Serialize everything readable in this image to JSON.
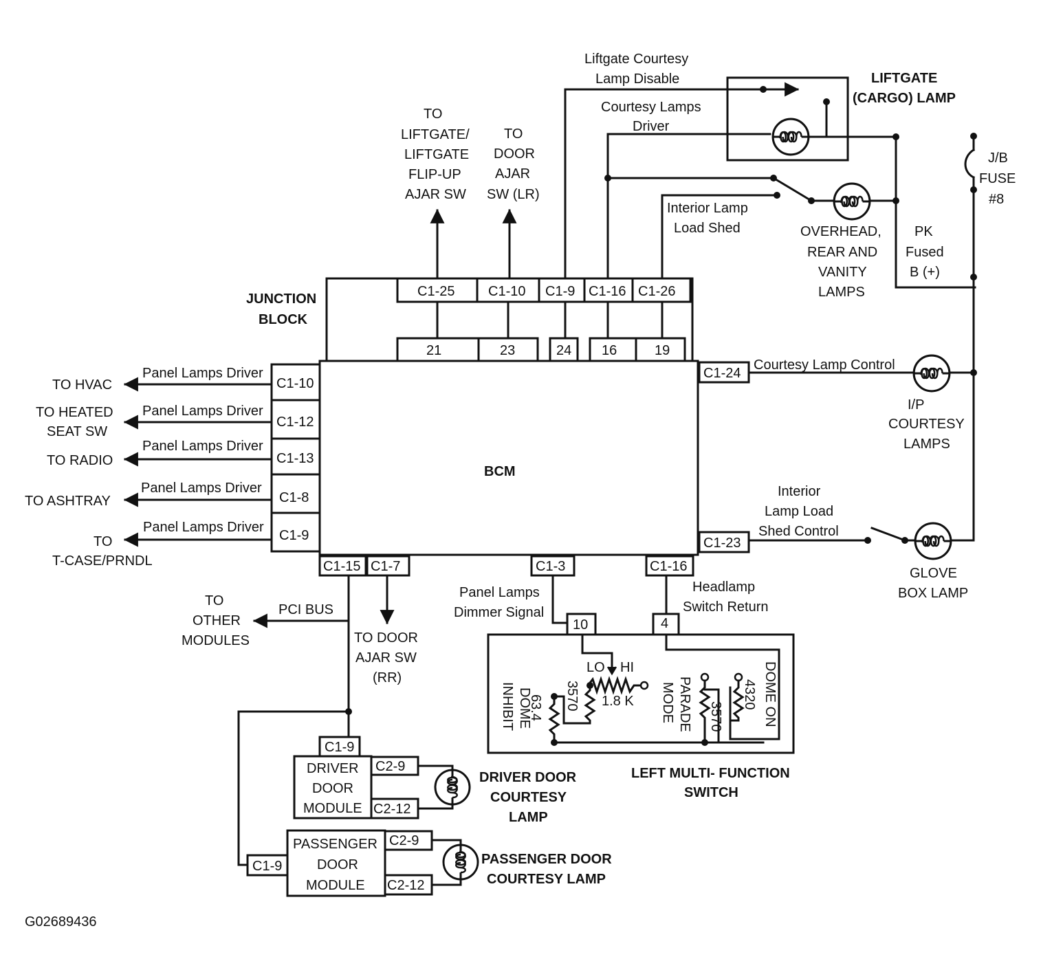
{
  "diagram_id": "G02689436",
  "junction_block": {
    "title_line1": "JUNCTION",
    "title_line2": "BLOCK",
    "connectors": [
      "C1-25",
      "C1-10",
      "C1-9",
      "C1-16",
      "C1-26"
    ],
    "pins": [
      "21",
      "23",
      "24",
      "16",
      "19"
    ]
  },
  "bcm": {
    "label": "BCM",
    "left_pins": [
      "C1-10",
      "C1-12",
      "C1-13",
      "C1-8",
      "C1-9"
    ],
    "right_pins": [
      "C1-24",
      "C1-23"
    ],
    "bottom_pins": [
      "C1-15",
      "C1-7",
      "C1-3",
      "C1-16"
    ]
  },
  "left_outputs": [
    {
      "signal": "Panel Lamps Driver",
      "dest_lines": [
        "TO HVAC"
      ]
    },
    {
      "signal": "Panel Lamps Driver",
      "dest_lines": [
        "TO  HEATED",
        "SEAT SW"
      ]
    },
    {
      "signal": "Panel Lamps Driver",
      "dest_lines": [
        "TO RADIO"
      ]
    },
    {
      "signal": "Panel Lamps Driver",
      "dest_lines": [
        "TO ASHTRAY"
      ]
    },
    {
      "signal": "Panel Lamps Driver",
      "dest_lines": [
        "TO",
        "T-CASE/PRNDL"
      ]
    }
  ],
  "top_outputs": {
    "liftgate_ajar": [
      "TO",
      "LIFTGATE/",
      "LIFTGATE",
      "FLIP-UP",
      "AJAR SW"
    ],
    "door_ajar_lr": [
      "TO",
      "DOOR",
      "AJAR",
      "SW (LR)"
    ]
  },
  "top_labels": {
    "liftgate_disable": [
      "Liftgate Courtesy",
      "Lamp Disable"
    ],
    "courtesy_driver": [
      "Courtesy Lamps",
      "Driver"
    ],
    "interior_load_shed": [
      "Interior Lamp",
      "Load Shed"
    ]
  },
  "lamps": {
    "liftgate": [
      "LIFTGATE",
      "(CARGO) LAMP"
    ],
    "overhead": [
      "OVERHEAD,",
      "REAR AND",
      "VANITY",
      "LAMPS"
    ],
    "fuse": [
      "J/B",
      "FUSE",
      "#8"
    ],
    "pk_fused": [
      "PK",
      "Fused",
      "B (+)"
    ],
    "ip_courtesy": [
      "I/P",
      "COURTESY",
      "LAMPS"
    ],
    "glove_box": [
      "GLOVE",
      "BOX LAMP"
    ]
  },
  "right_labels": {
    "courtesy_control": "Courtesy Lamp Control",
    "interior_shed_control": [
      "Interior",
      "Lamp Load",
      "Shed Control"
    ]
  },
  "bottom_left": {
    "pci_bus": "PCI BUS",
    "to_other": [
      "TO",
      "OTHER",
      "MODULES"
    ],
    "door_ajar_rr": [
      "TO DOOR",
      "AJAR SW",
      "(RR)"
    ]
  },
  "switch": {
    "dimmer_label": [
      "Panel Lamps",
      "Dimmer Signal"
    ],
    "return_label": [
      "Headlamp",
      "Switch Return"
    ],
    "pin_a": "10",
    "pin_b": "4",
    "lo": "LO",
    "hi": "HI",
    "r_pot": "1.8 K",
    "r1": "3570",
    "r2": "63.4",
    "r3": "3570",
    "r4": "4320",
    "dome_inhibit": [
      "DOME",
      "INHIBIT"
    ],
    "parade_mode": [
      "PARADE",
      "MODE"
    ],
    "dome_on": "DOME ON",
    "title": [
      "LEFT MULTI- FUNCTION",
      "SWITCH"
    ]
  },
  "driver_module": {
    "label": [
      "DRIVER",
      "DOOR",
      "MODULE"
    ],
    "pin_in": "C1-9",
    "pins_out": [
      "C2-9",
      "C2-12"
    ],
    "lamp": [
      "DRIVER DOOR",
      "COURTESY",
      "LAMP"
    ]
  },
  "passenger_module": {
    "label": [
      "PASSENGER",
      "DOOR",
      "MODULE"
    ],
    "pin_in": "C1-9",
    "pins_out": [
      "C2-9",
      "C2-12"
    ],
    "lamp": [
      "PASSENGER DOOR",
      "COURTESY LAMP"
    ]
  }
}
